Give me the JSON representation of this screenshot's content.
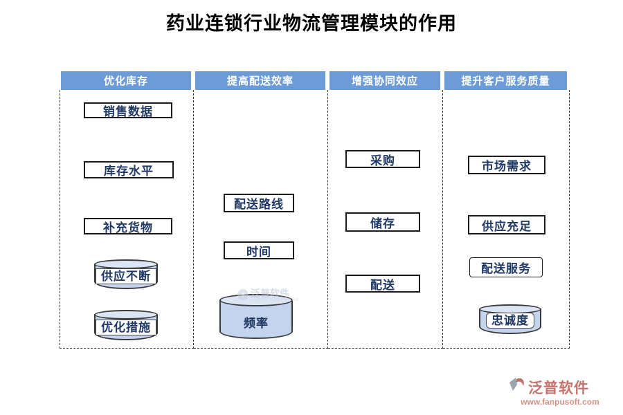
{
  "title": "药业连锁行业物流管理模块的作用",
  "columns": [
    {
      "header": "优化库存",
      "items": [
        {
          "label": "销售数据",
          "shape": "box"
        },
        {
          "label": "库存水平",
          "shape": "box"
        },
        {
          "label": "补充货物",
          "shape": "box"
        },
        {
          "label": "供应不断",
          "shape": "cylinder"
        },
        {
          "label": "优化措施",
          "shape": "cylinder"
        }
      ]
    },
    {
      "header": "提高配送效率",
      "items": [
        {
          "label": "配送路线",
          "shape": "box"
        },
        {
          "label": "时间",
          "shape": "box"
        },
        {
          "label": "频率",
          "shape": "cylinder"
        }
      ]
    },
    {
      "header": "增强协同效应",
      "items": [
        {
          "label": "采购",
          "shape": "box"
        },
        {
          "label": "储存",
          "shape": "box"
        },
        {
          "label": "配送",
          "shape": "box"
        }
      ]
    },
    {
      "header": "提升客户服务质量",
      "items": [
        {
          "label": "市场需求",
          "shape": "box"
        },
        {
          "label": "供应充足",
          "shape": "box"
        },
        {
          "label": "配送服务",
          "shape": "box"
        },
        {
          "label": "忠诚度",
          "shape": "cylinder"
        }
      ]
    }
  ],
  "watermark": {
    "text": "泛普软件",
    "subtext": "FANPU SOFTWARE",
    "icon": "icon"
  },
  "brand": {
    "name": "泛普软件",
    "url": "www.fanpusoft.com"
  },
  "colors": {
    "header_bg": "#6C9BD7",
    "header_text": "#FFFFFF",
    "node_text": "#1F3864",
    "node_border": "#1A1A1A",
    "cylinder_fill": "#C5D4EE",
    "dashed_border": "#333333",
    "brand_red": "#C4736C"
  }
}
